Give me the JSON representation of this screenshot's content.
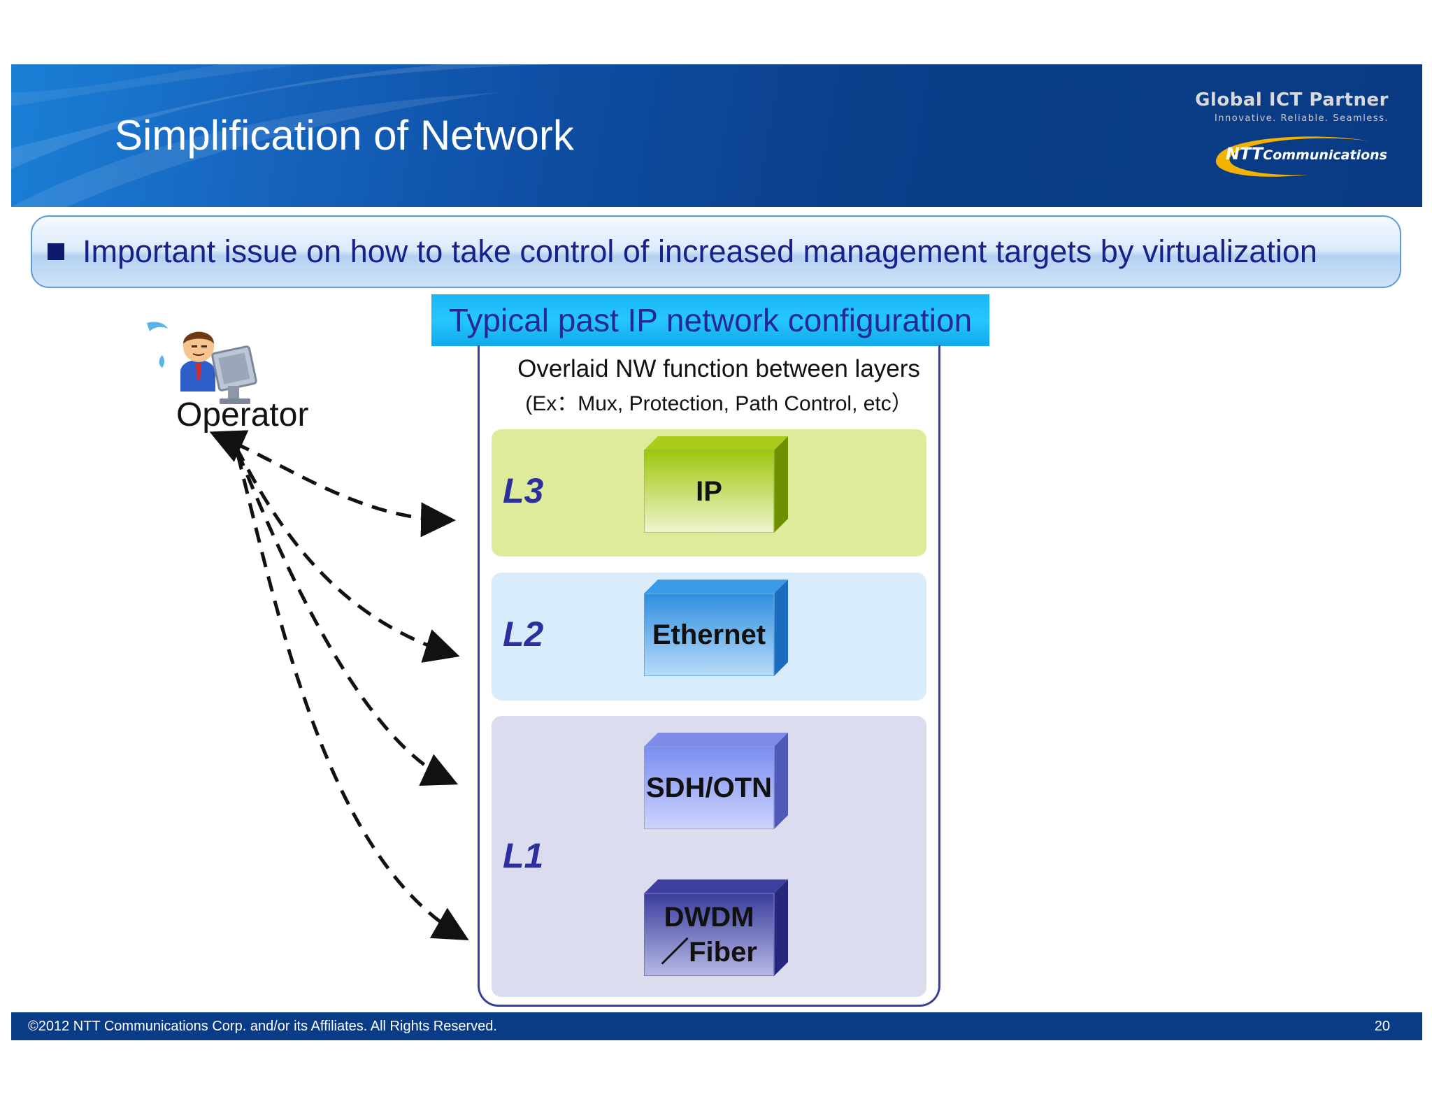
{
  "header": {
    "title": "Simplification of Network",
    "logo_tagline": "Global ICT Partner",
    "logo_subtagline": "Innovative. Reliable. Seamless.",
    "logo_name_prefix": "NTT",
    "logo_name_suffix": "Communications"
  },
  "issue": {
    "text": "Important issue on how to take control of increased management targets by virtualization"
  },
  "diagram": {
    "operator_label": "Operator",
    "config_title": "Typical past IP network configuration",
    "overlay_line1": "Overlaid NW function between layers",
    "overlay_line2": "(Ex：Mux, Protection, Path Control, etc）",
    "layers": [
      {
        "label": "L3",
        "blocks": [
          "IP"
        ]
      },
      {
        "label": "L2",
        "blocks": [
          "Ethernet"
        ]
      },
      {
        "label": "L1",
        "blocks": [
          "SDH/OTN",
          "DWDM\n／Fiber"
        ]
      }
    ],
    "colors": {
      "l3_bg": "#deeb9b",
      "l2_bg": "#d8ecfb",
      "l1_bg": "#dcdcef",
      "layer_label": "#2e2f9e"
    }
  },
  "footer": {
    "copyright": "©2012  NTT Communications Corp. and/or its Affiliates. All Rights Reserved.",
    "page_number": "20"
  }
}
